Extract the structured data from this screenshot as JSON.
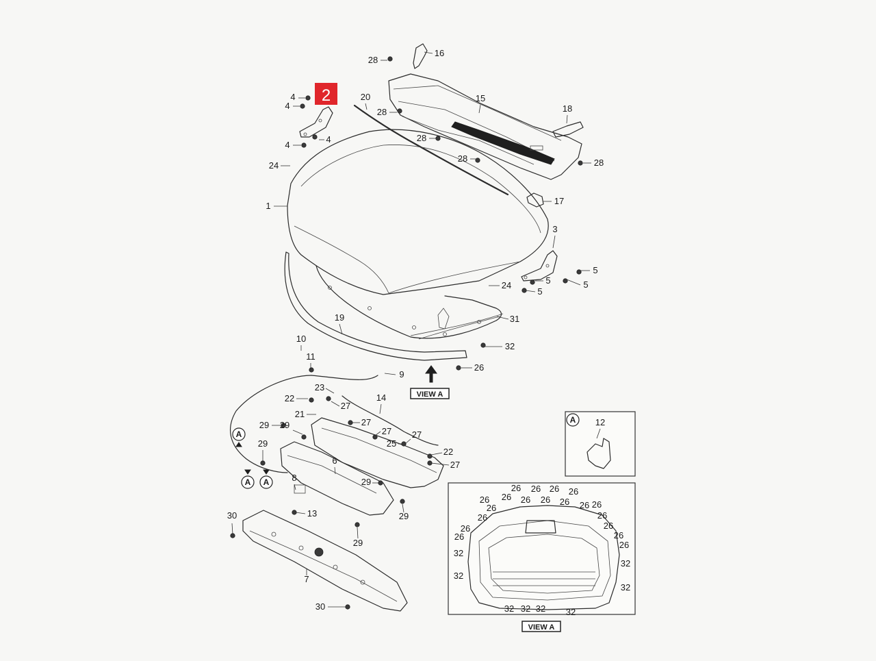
{
  "highlight": {
    "number": "2",
    "color": "#e0262b"
  },
  "view_label": "VIEW A",
  "ref_marker": "A",
  "callouts": [
    {
      "id": "c28a",
      "label": "28"
    },
    {
      "id": "c16",
      "label": "16"
    },
    {
      "id": "c15",
      "label": "15"
    },
    {
      "id": "c18",
      "label": "18"
    },
    {
      "id": "c20",
      "label": "20"
    },
    {
      "id": "c28b",
      "label": "28"
    },
    {
      "id": "c28c",
      "label": "28"
    },
    {
      "id": "c28d",
      "label": "28"
    },
    {
      "id": "c28e",
      "label": "28"
    },
    {
      "id": "c17",
      "label": "17"
    },
    {
      "id": "c4a",
      "label": "4"
    },
    {
      "id": "c4b",
      "label": "4"
    },
    {
      "id": "c4c",
      "label": "4"
    },
    {
      "id": "c4d",
      "label": "4"
    },
    {
      "id": "c24a",
      "label": "24"
    },
    {
      "id": "c1",
      "label": "1"
    },
    {
      "id": "c3",
      "label": "3"
    },
    {
      "id": "c5a",
      "label": "5"
    },
    {
      "id": "c5b",
      "label": "5"
    },
    {
      "id": "c5c",
      "label": "5"
    },
    {
      "id": "c5d",
      "label": "5"
    },
    {
      "id": "c24b",
      "label": "24"
    },
    {
      "id": "c31",
      "label": "31"
    },
    {
      "id": "c19",
      "label": "19"
    },
    {
      "id": "c32a",
      "label": "32"
    },
    {
      "id": "c10",
      "label": "10"
    },
    {
      "id": "c11",
      "label": "11"
    },
    {
      "id": "c9",
      "label": "9"
    },
    {
      "id": "c26a",
      "label": "26"
    },
    {
      "id": "c23",
      "label": "23"
    },
    {
      "id": "c22a",
      "label": "22"
    },
    {
      "id": "c27a",
      "label": "27"
    },
    {
      "id": "c14",
      "label": "14"
    },
    {
      "id": "c21",
      "label": "21"
    },
    {
      "id": "c27b",
      "label": "27"
    },
    {
      "id": "c29a",
      "label": "29"
    },
    {
      "id": "c29b",
      "label": "29"
    },
    {
      "id": "c27c",
      "label": "27"
    },
    {
      "id": "c25",
      "label": "25"
    },
    {
      "id": "c27d",
      "label": "27"
    },
    {
      "id": "c22b",
      "label": "22"
    },
    {
      "id": "c27e",
      "label": "27"
    },
    {
      "id": "c29c",
      "label": "29"
    },
    {
      "id": "c6",
      "label": "6"
    },
    {
      "id": "c8",
      "label": "8"
    },
    {
      "id": "c29d",
      "label": "29"
    },
    {
      "id": "c29e",
      "label": "29"
    },
    {
      "id": "c13",
      "label": "13"
    },
    {
      "id": "c29f",
      "label": "29"
    },
    {
      "id": "c30a",
      "label": "30"
    },
    {
      "id": "c7",
      "label": "7"
    },
    {
      "id": "c30b",
      "label": "30"
    },
    {
      "id": "c12",
      "label": "12"
    }
  ],
  "view_a_callouts": [
    "26",
    "26",
    "26",
    "26",
    "26",
    "26",
    "26",
    "26",
    "26",
    "26",
    "26",
    "26",
    "26",
    "26",
    "26",
    "26",
    "26",
    "26",
    "26",
    "32",
    "32",
    "32",
    "32",
    "32",
    "32",
    "32",
    "32"
  ]
}
